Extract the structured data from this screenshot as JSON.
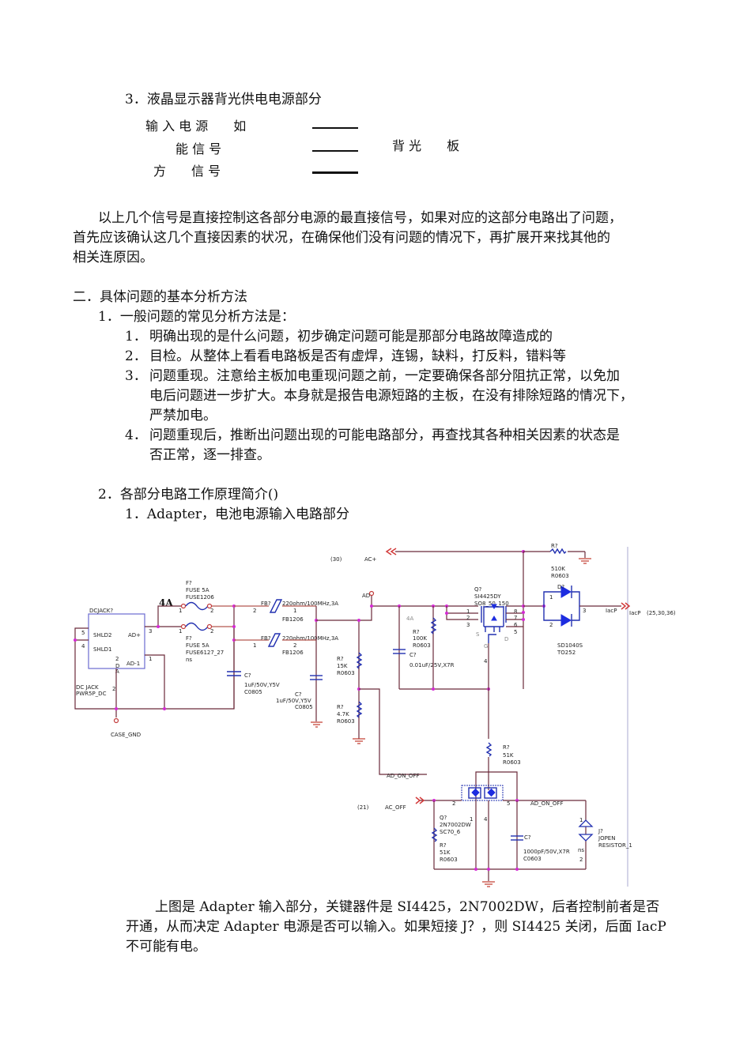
{
  "section3": {
    "heading": "3．液晶显示器背光供电电源部分",
    "signals": [
      {
        "label": "输 入 电 源　　如"
      },
      {
        "label": "能 信 号"
      },
      {
        "label": "方　　信 号"
      }
    ],
    "target": "背 光　　板"
  },
  "paragraph1": [
    "以上几个信号是直接控制这各部分电源的最直接信号，如果对应的这部分电路出了问题，",
    "首先应该确认这几个直接因素的状况，在确保他们没有问题的情况下，再扩展开来找其他的",
    "相关连原因。"
  ],
  "section2": {
    "heading": "二．具体问题的基本分析方法",
    "sub1": {
      "heading": "1．一般问题的常见分析方法是：",
      "items": [
        {
          "num": "1．",
          "lines": [
            "明确出现的是什么问题，初步确定问题可能是那部分电路故障造成的"
          ]
        },
        {
          "num": "2．",
          "lines": [
            "目检。从整体上看看电路板是否有虚焊，连锡，缺料，打反料，错料等"
          ]
        },
        {
          "num": "3．",
          "lines": [
            "问题重现。注意给主板加电重现问题之前，一定要确保各部分阻抗正常，以免加",
            "电后问题进一步扩大。本身就是报告电源短路的主板，在没有排除短路的情况下，",
            "严禁加电。"
          ]
        },
        {
          "num": "4．",
          "lines": [
            "问题重现后，推断出问题出现的可能电路部分，再查找其各种相关因素的状态是",
            "否正常，逐一排查。"
          ]
        }
      ]
    },
    "sub2": {
      "heading": "2．各部分电路工作原理简介()",
      "item1": "1．Adapter，电池电源输入电路部分"
    }
  },
  "schematic": {
    "dcjack": {
      "ref": "DCJACK?",
      "pin_shld2": "SHLD2",
      "pin_shld1": "SHLD1",
      "pin_adplus": "AD+",
      "pin_ad1": "AD-1",
      "pin_d": "2\nD\nA",
      "value": "DC JACK",
      "footprint": "PWR5P_DC",
      "pins": [
        "5",
        "4",
        "3",
        "1",
        "2"
      ]
    },
    "case_gnd": "CASE_GND",
    "current_label": "4A",
    "fuse1": {
      "ref": "F?",
      "value": "FUSE 5A",
      "footprint": "FUSE1206"
    },
    "fuse2": {
      "ref": "F?",
      "value": "FUSE 5A",
      "footprint": "FUSE6127_27",
      "note": "ns"
    },
    "fb1": {
      "ref": "FB?",
      "value": "220ohm/100MHz,3A",
      "footprint": "FB1206"
    },
    "fb2": {
      "ref": "FB?",
      "value": "220ohm/100MHz,3A",
      "footprint": "FB1206"
    },
    "cap1": {
      "ref": "C?",
      "value": "1uF/50V,Y5V",
      "footprint": "C0805"
    },
    "cap2": {
      "ref": "C?",
      "value": "1uF/50V,Y5V",
      "footprint": "C0805"
    },
    "r15k": {
      "ref": "R?",
      "value": "15K",
      "footprint": "R0603"
    },
    "r47k": {
      "ref": "R?",
      "value": "4.7K",
      "footprint": "R0603"
    },
    "r100k": {
      "ref": "R?",
      "value": "100K",
      "footprint": "R0603"
    },
    "cap3": {
      "ref": "C?",
      "value": "0.01uF/25V,X7R"
    },
    "ac_plus": {
      "page": "(30)",
      "net": "AC+"
    },
    "ad_net": "AD",
    "grey_4a": "4A",
    "q1": {
      "ref": "Q?",
      "value": "SI4425DY",
      "footprint": "SO8_50_150",
      "s": "S",
      "g": "G",
      "d": "D"
    },
    "r510k": {
      "ref": "R?",
      "value": "510K",
      "footprint": "R0603"
    },
    "diode": {
      "ref": "D?",
      "value": "SD1040S",
      "footprint": "TO252"
    },
    "iacp": {
      "net": "IacP",
      "page": "(25,30,36)"
    },
    "r51k_top": {
      "ref": "R?",
      "value": "51K",
      "footprint": "R0603"
    },
    "ad_on_off": "AD_ON_OFF",
    "ac_off": {
      "page": "(21)",
      "net": "AC_OFF"
    },
    "q2": {
      "ref": "Q?",
      "value": "2N7002DW",
      "footprint": "SC70_6"
    },
    "r51k_bot": {
      "ref": "R?",
      "value": "51K",
      "footprint": "R0603"
    },
    "cap4": {
      "ref": "C?",
      "value": "1000pF/50V,X7R",
      "footprint": "C0603"
    },
    "jumper": {
      "ref": "J?",
      "value": "JOPEN",
      "footprint": "RESISTOR_1",
      "note": "ns"
    }
  },
  "caption": [
    "上图是 Adapter 输入部分，关键器件是 SI4425，2N7002DW，后者控制前者是否",
    "开通，从而决定 Adapter 电源是否可以输入。如果短接 J？，则 SI4425 关闭，后面 IacP",
    "不可能有电。"
  ]
}
